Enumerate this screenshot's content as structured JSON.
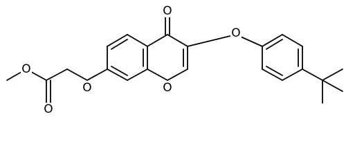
{
  "structure": {
    "atom_labels": {
      "ketone_oxygen": "O",
      "aryl_ether_oxygen": "O",
      "ring_oxygen": "O",
      "phenol_ether_oxygen": "O",
      "ester_carbonyl_oxygen": "O",
      "ester_methoxy_oxygen": "O"
    }
  },
  "colors": {
    "bond": "#000000",
    "background": "#ffffff"
  }
}
